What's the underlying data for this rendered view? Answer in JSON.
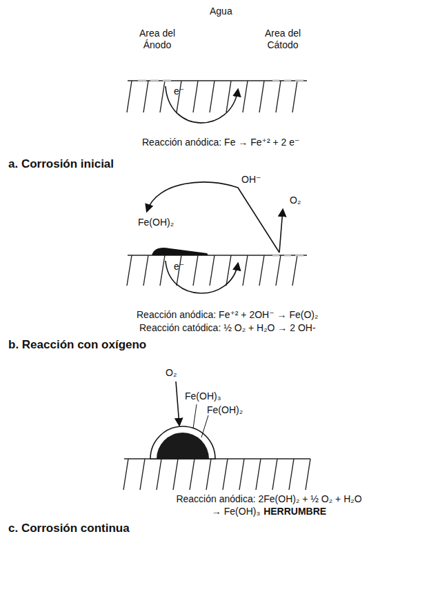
{
  "diagram": {
    "labels": [
      "Agua",
      "Area del Ánodo",
      "Area del Cátodo",
      "e⁻",
      "Reacción anódica: Fe → Fe⁺² + 2 e⁻",
      "a. Corrosión inicial",
      "OH⁻",
      "O₂",
      "Fe(OH)₂",
      "e⁻",
      "Reacción anódica: Fe⁺² + 2OH⁻ → Fe(O)₂",
      "Reacción catódica: ½ O₂ + H₂O → 2 OH-",
      "b. Reacción con oxígeno",
      "O₂",
      "Fe(OH)₃",
      "Fe(OH)₂",
      "Reacción anódica: 2Fe(OH)₂ + ½ O₂ + H₂O → Fe(OH)₃",
      "HERRUMBRE",
      "c. Corrosión continua"
    ]
  }
}
